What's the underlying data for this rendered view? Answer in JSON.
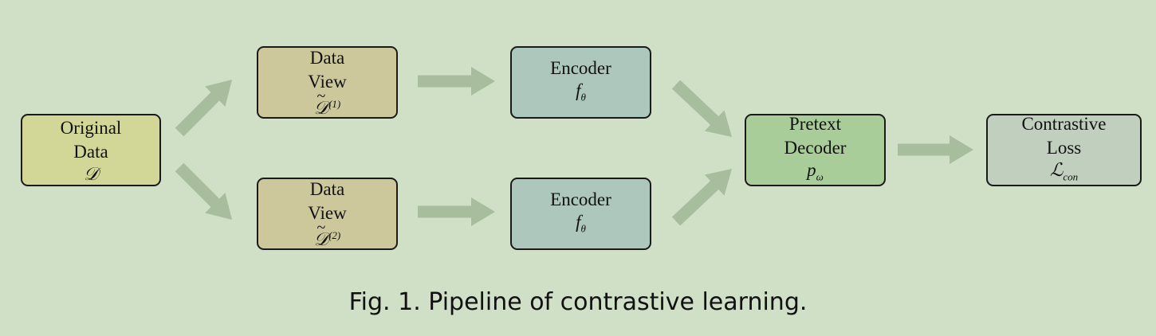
{
  "colors": {
    "background": "#cfe0c6",
    "arrow": "#a7bd9d",
    "original": "#d2d696",
    "view": "#cdc79c",
    "encoder": "#adc7bd",
    "decoder": "#a8cd99",
    "loss": "#c0cfbe"
  },
  "nodes": {
    "original": {
      "line1": "Original",
      "line2": "Data",
      "symbol": "𝒟"
    },
    "view1": {
      "line1": "Data",
      "line2": "View",
      "symbol": "𝒟",
      "index": "(1)"
    },
    "view2": {
      "line1": "Data",
      "line2": "View",
      "symbol": "𝒟",
      "index": "(2)"
    },
    "encoder1": {
      "label": "Encoder",
      "symbol": "f",
      "sub": "θ"
    },
    "encoder2": {
      "label": "Encoder",
      "symbol": "f",
      "sub": "θ"
    },
    "decoder": {
      "line1": "Pretext",
      "line2": "Decoder",
      "symbol": "p",
      "sub": "ω"
    },
    "loss": {
      "line1": "Contrastive",
      "line2": "Loss",
      "symbol": "ℒ",
      "sub": "con"
    }
  },
  "caption": "Fig. 1.  Pipeline of contrastive learning."
}
